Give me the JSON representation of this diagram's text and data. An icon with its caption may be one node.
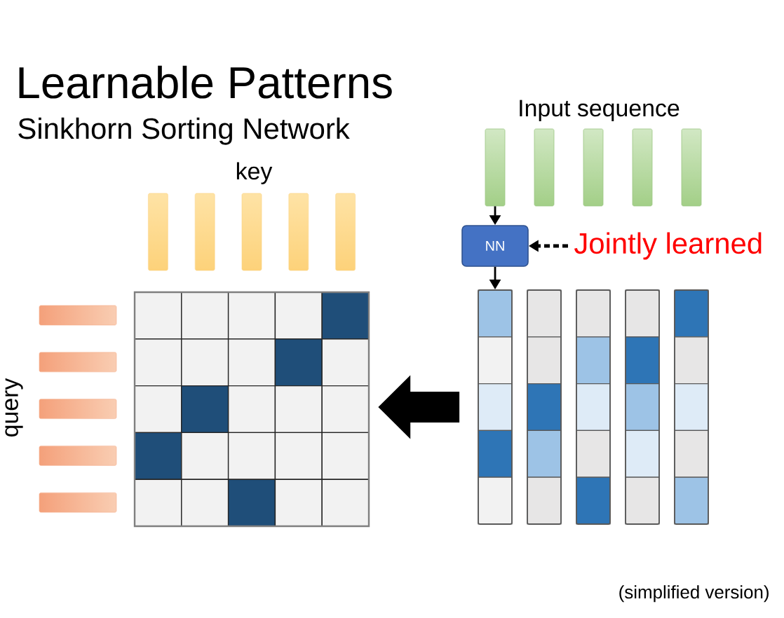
{
  "diagram": {
    "title": "Learnable Patterns",
    "nodes": [
      {
        "text": [],
        "shape": "bar"
      },
      {
        "text": [],
        "shape": "bar"
      },
      {
        "text": [],
        "shape": "bar"
      },
      {
        "text": [],
        "shape": "bar"
      },
      {
        "text": [],
        "shape": "bar"
      },
      {
        "text": [
          "NN"
        ]
      },
      {
        "text": [
          "Jointly learned"
        ]
      },
      {
        "text": [],
        "shape": "bar"
      },
      {
        "text": [],
        "shape": "bar"
      },
      {
        "text": [],
        "shape": "bar"
      },
      {
        "text": [],
        "shape": "bar"
      },
      {
        "text": [],
        "shape": "bar"
      },
      {
        "text": [],
        "shape": "box"
      },
      {
        "text": [],
        "shape": "bar"
      },
      {
        "text": [],
        "shape": "bar"
      },
      {
        "text": [],
        "shape": "bar"
      },
      {
        "text": [],
        "shape": "bar"
      },
      {
        "text": [],
        "shape": "bar"
      },
      {
        "text": [],
        "shape": "bar"
      },
      {
        "text": [],
        "shape": "bar"
      },
      {
        "text": [],
        "shape": "bar"
      },
      {
        "text": [],
        "shape": "bar"
      },
      {
        "text": [],
        "shape": "bar"
      }
    ],
    "edges": [
      {
        "from": 0,
        "to": 5,
        "arrow": "to"
      },
      {
        "from": 6,
        "to": 5,
        "arrow": "to",
        "style": "dashed"
      },
      {
        "from": 5,
        "to": 7,
        "arrow": "to"
      },
      {
        "from": 7,
        "to": 12,
        "arrow": "to",
        "style": "thick"
      }
    ],
    "labels": [
      "Sinkhorn Sorting Network",
      "Input sequence",
      "key",
      "query",
      "(simplified version)"
    ]
  }
}
